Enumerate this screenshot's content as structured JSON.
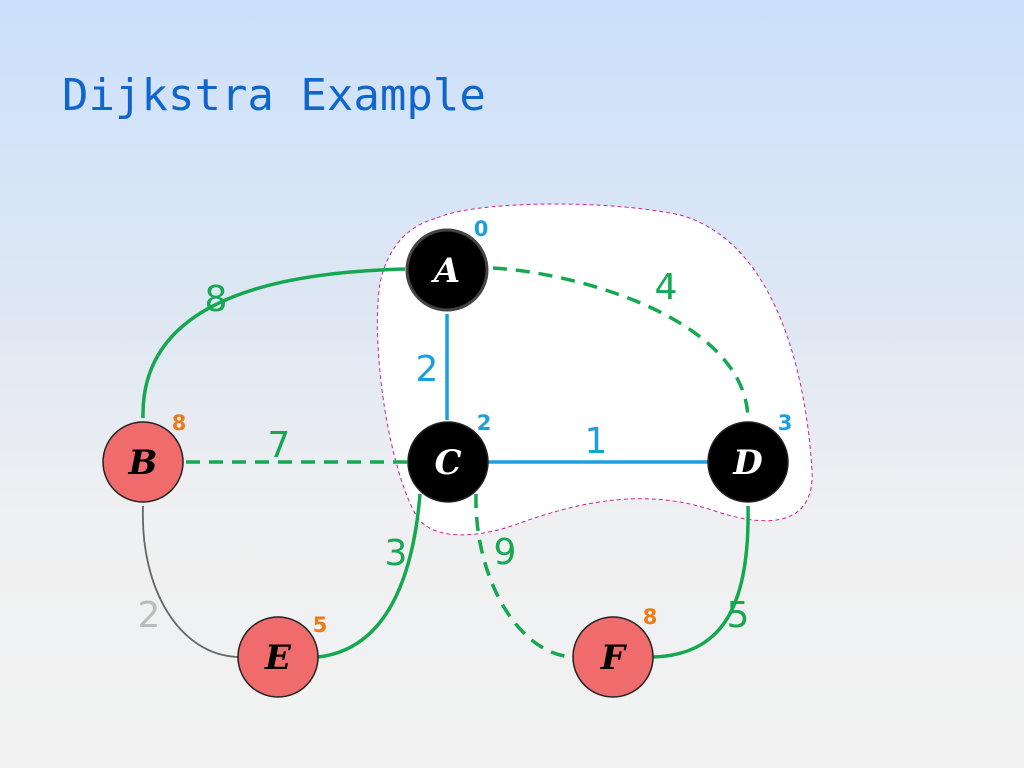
{
  "title": "Dijkstra Example",
  "colors": {
    "visited_fill": "#000000",
    "frontier_fill": "#f06b6b",
    "tree_edge": "#1aa0e0",
    "candidate_edge": "#14a850",
    "unused_edge": "#666666",
    "unused_weight": "#bbbbbb",
    "frontier_distance": "#ee7c14",
    "visited_distance": "#1aa0e0",
    "region_outline": "#cc2299"
  },
  "nodes": [
    {
      "id": "A",
      "label": "A",
      "distance": "0",
      "state": "visited"
    },
    {
      "id": "B",
      "label": "B",
      "distance": "8",
      "state": "frontier"
    },
    {
      "id": "C",
      "label": "C",
      "distance": "2",
      "state": "visited"
    },
    {
      "id": "D",
      "label": "D",
      "distance": "3",
      "state": "visited"
    },
    {
      "id": "E",
      "label": "E",
      "distance": "5",
      "state": "frontier"
    },
    {
      "id": "F",
      "label": "F",
      "distance": "8",
      "state": "frontier"
    }
  ],
  "edges": [
    {
      "from": "A",
      "to": "B",
      "weight": "8",
      "style": "candidate-solid"
    },
    {
      "from": "A",
      "to": "C",
      "weight": "2",
      "style": "tree"
    },
    {
      "from": "A",
      "to": "D",
      "weight": "4",
      "style": "candidate-dashed"
    },
    {
      "from": "B",
      "to": "C",
      "weight": "7",
      "style": "candidate-dashed"
    },
    {
      "from": "C",
      "to": "D",
      "weight": "1",
      "style": "tree"
    },
    {
      "from": "B",
      "to": "E",
      "weight": "2",
      "style": "unused"
    },
    {
      "from": "C",
      "to": "E",
      "weight": "3",
      "style": "candidate-solid"
    },
    {
      "from": "C",
      "to": "F",
      "weight": "9",
      "style": "candidate-dashed"
    },
    {
      "from": "D",
      "to": "F",
      "weight": "5",
      "style": "candidate-solid"
    }
  ]
}
